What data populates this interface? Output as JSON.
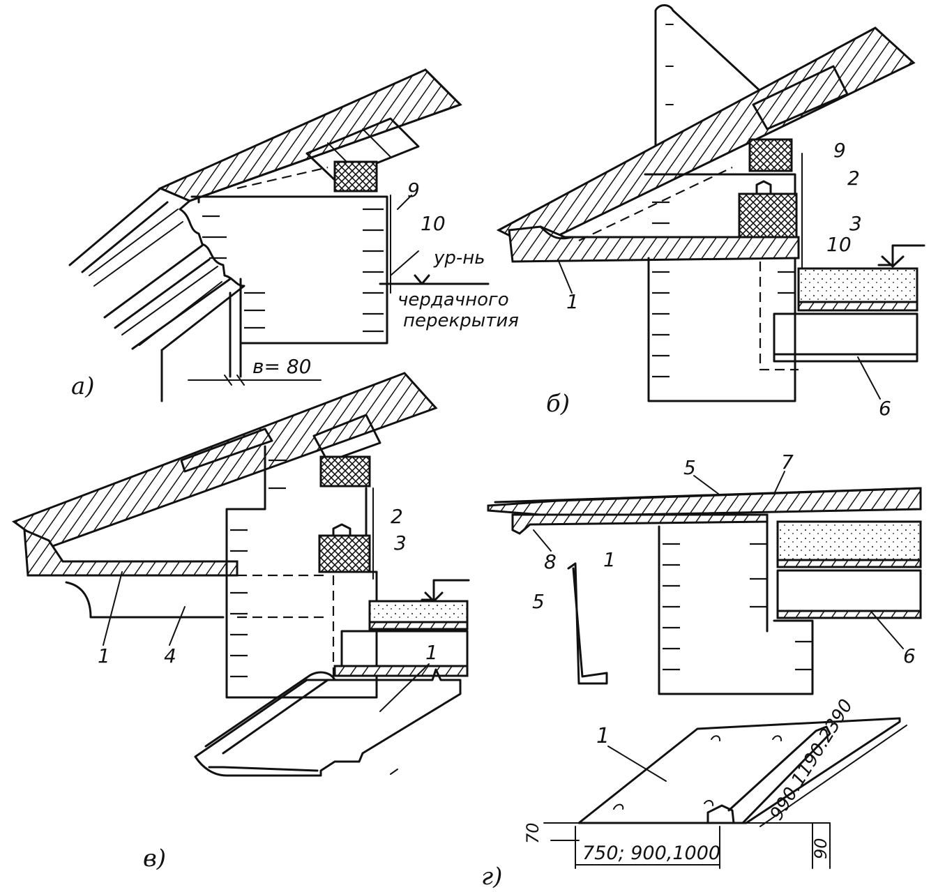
{
  "figure": {
    "panels": {
      "a": {
        "caption": "а)",
        "level_text_1": "ур-нь",
        "level_text_2": "чердачного",
        "level_text_3": "перекрытия",
        "dimension": "в= 80",
        "callouts": [
          "9",
          "10"
        ]
      },
      "b": {
        "caption": "б)",
        "callouts": [
          "9",
          "2",
          "3",
          "10",
          "1",
          "6"
        ]
      },
      "v": {
        "caption": "в)",
        "callouts": [
          "2",
          "3",
          "1",
          "4",
          "1"
        ]
      },
      "g": {
        "caption": "г)",
        "callouts": [
          "5",
          "7",
          "8",
          "1",
          "5",
          "6",
          "1"
        ],
        "dim_thickness": "70",
        "dim_width": "750; 900,1000",
        "dim_length": "990.1190.2390",
        "dim_lip": "90"
      }
    }
  }
}
